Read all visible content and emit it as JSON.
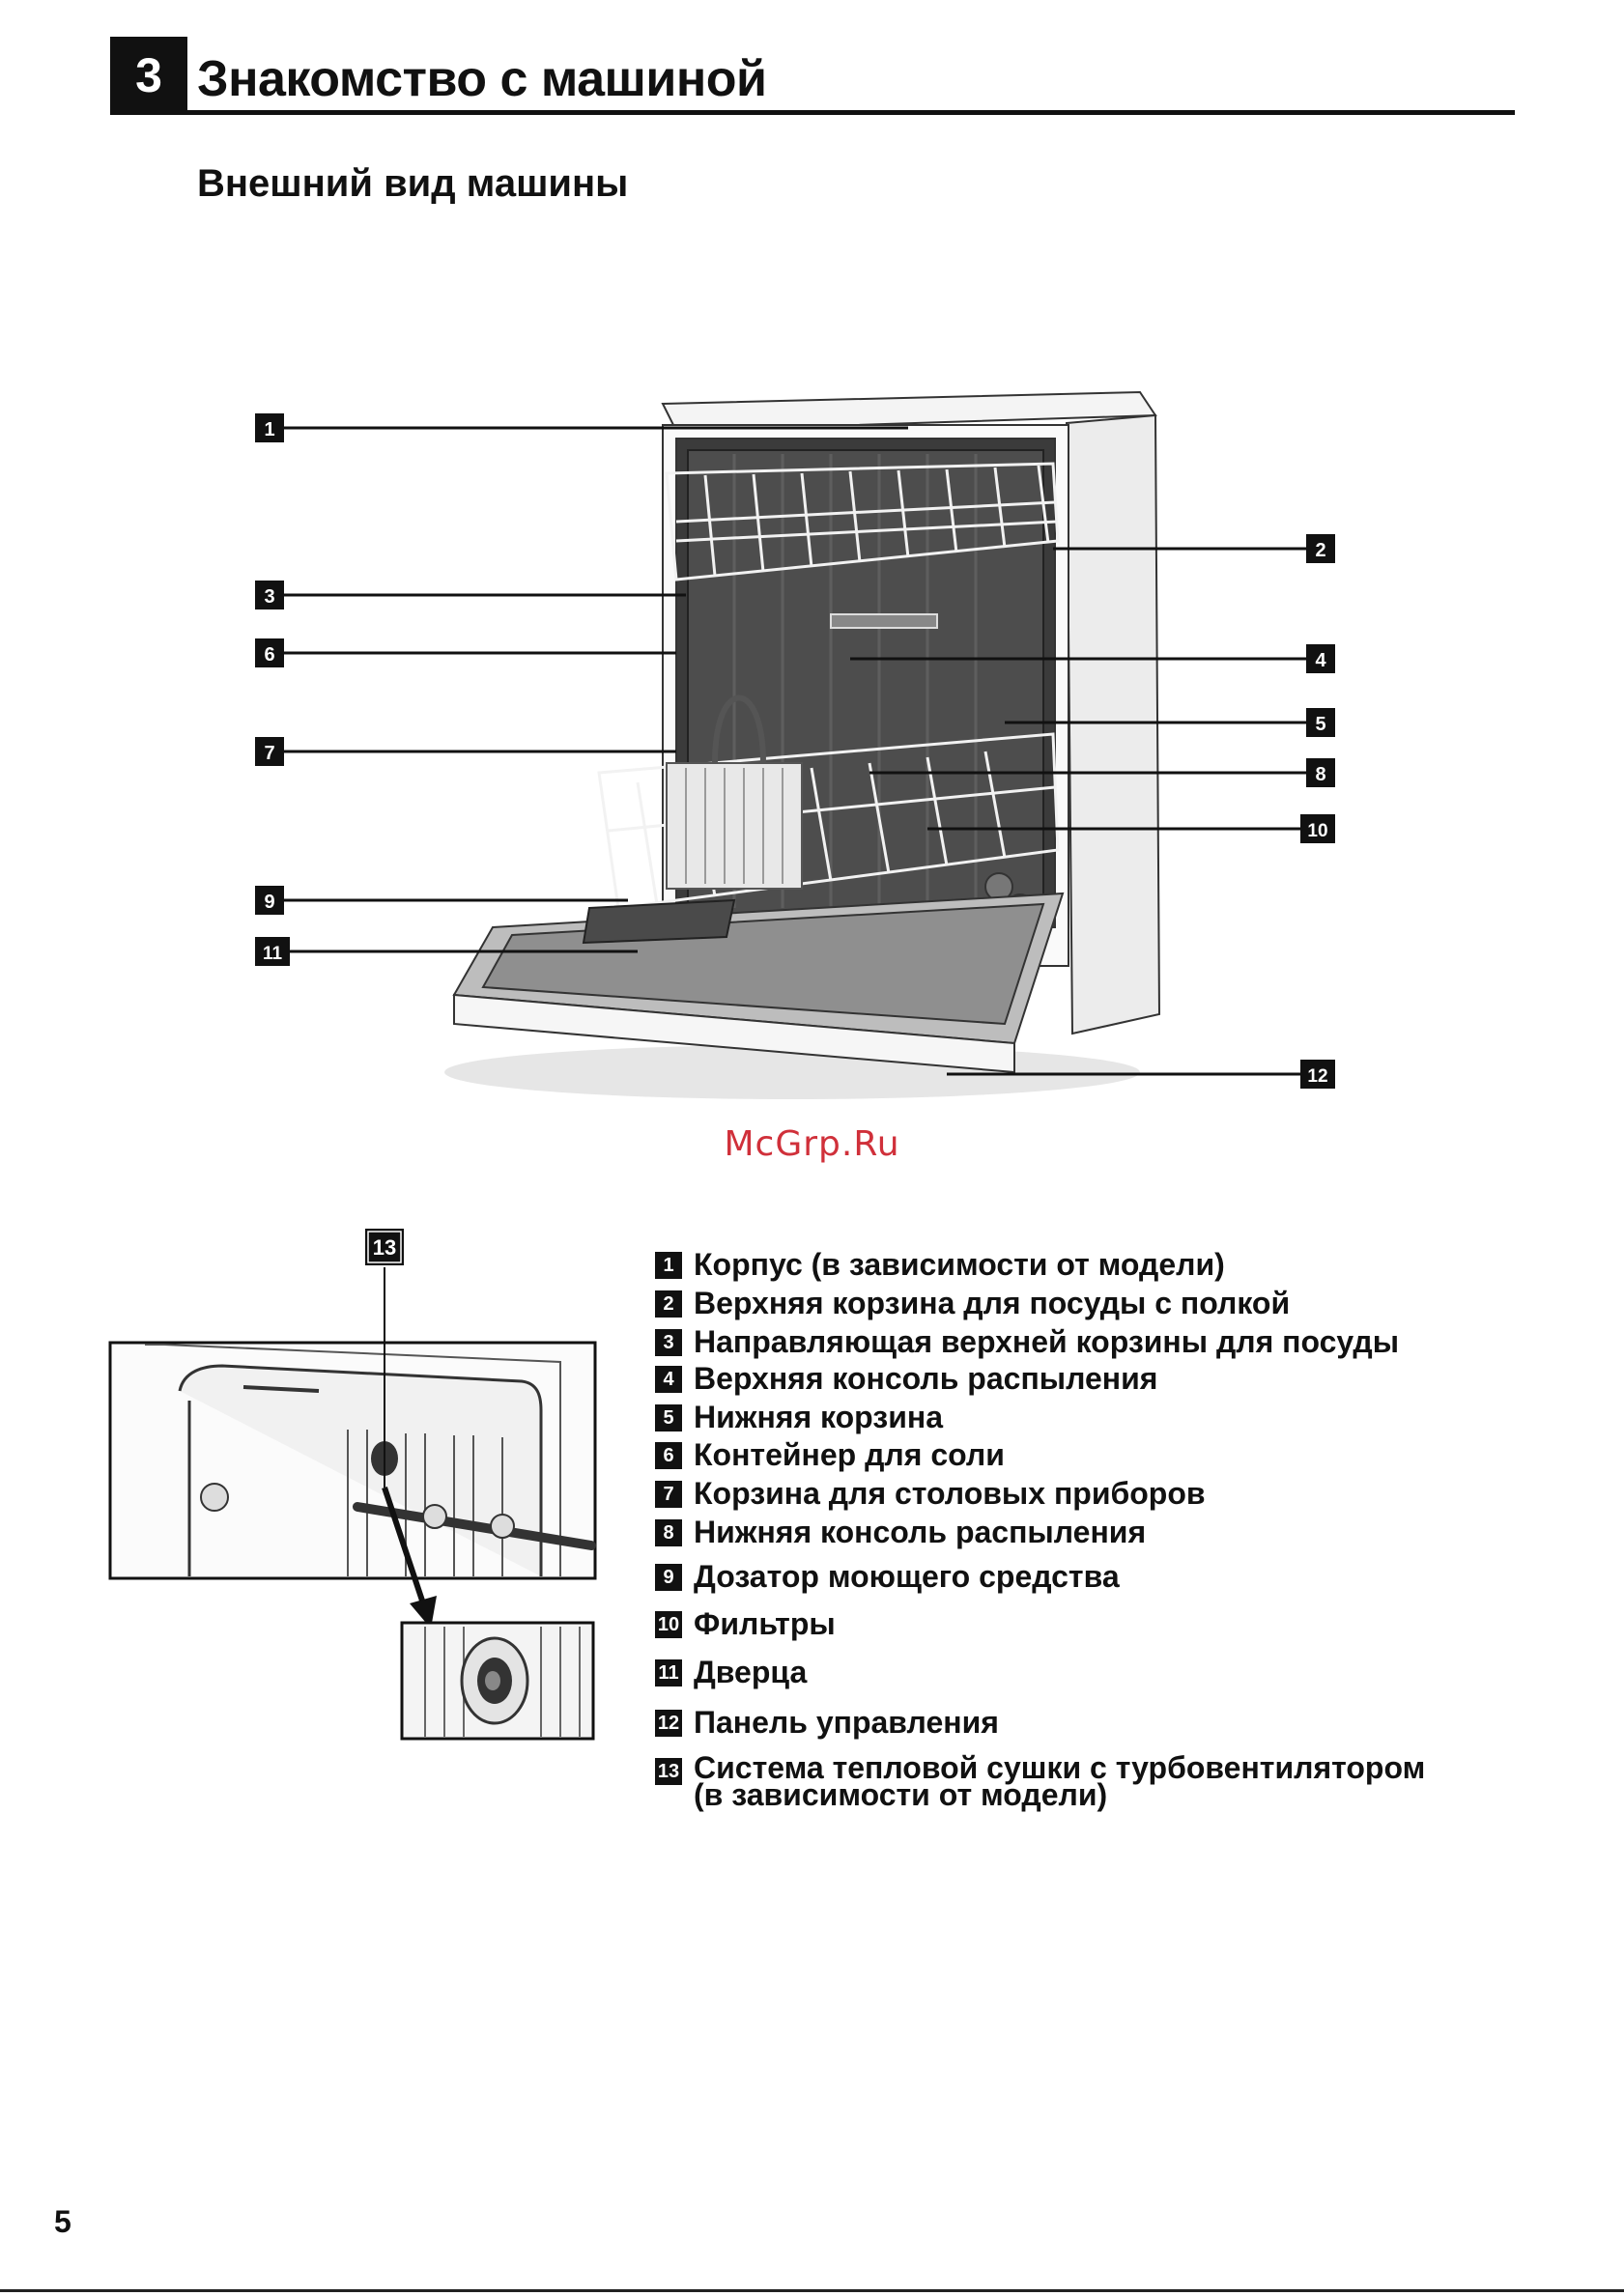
{
  "header": {
    "section_number": "3",
    "title": "Знакомство с машиной",
    "subtitle": "Внешний вид машины"
  },
  "callouts": [
    "1",
    "2",
    "3",
    "4",
    "5",
    "6",
    "7",
    "8",
    "9",
    "10",
    "11",
    "12",
    "13"
  ],
  "watermark": "McGrp.Ru",
  "legend": [
    {
      "num": "1",
      "text": "Корпус (в зависимости от модели)"
    },
    {
      "num": "2",
      "text": "Верхняя корзина для посуды с полкой"
    },
    {
      "num": "3",
      "text": "Направляющая верхней корзины для посуды"
    },
    {
      "num": "4",
      "text": "Верхняя консоль распыления"
    },
    {
      "num": "5",
      "text": "Нижняя корзина"
    },
    {
      "num": "6",
      "text": "Контейнер для соли"
    },
    {
      "num": "7",
      "text": "Корзина для столовых приборов"
    },
    {
      "num": "8",
      "text": "Нижняя консоль распыления"
    },
    {
      "num": "9",
      "text": "Дозатор моющего средства"
    },
    {
      "num": "10",
      "text": "Фильтры"
    },
    {
      "num": "11",
      "text": "Дверца"
    },
    {
      "num": "12",
      "text": "Панель управления"
    },
    {
      "num": "13",
      "text": "Система тепловой сушки с турбовентилятором",
      "text2": "(в зависимости от модели)"
    }
  ],
  "page_number": "5"
}
